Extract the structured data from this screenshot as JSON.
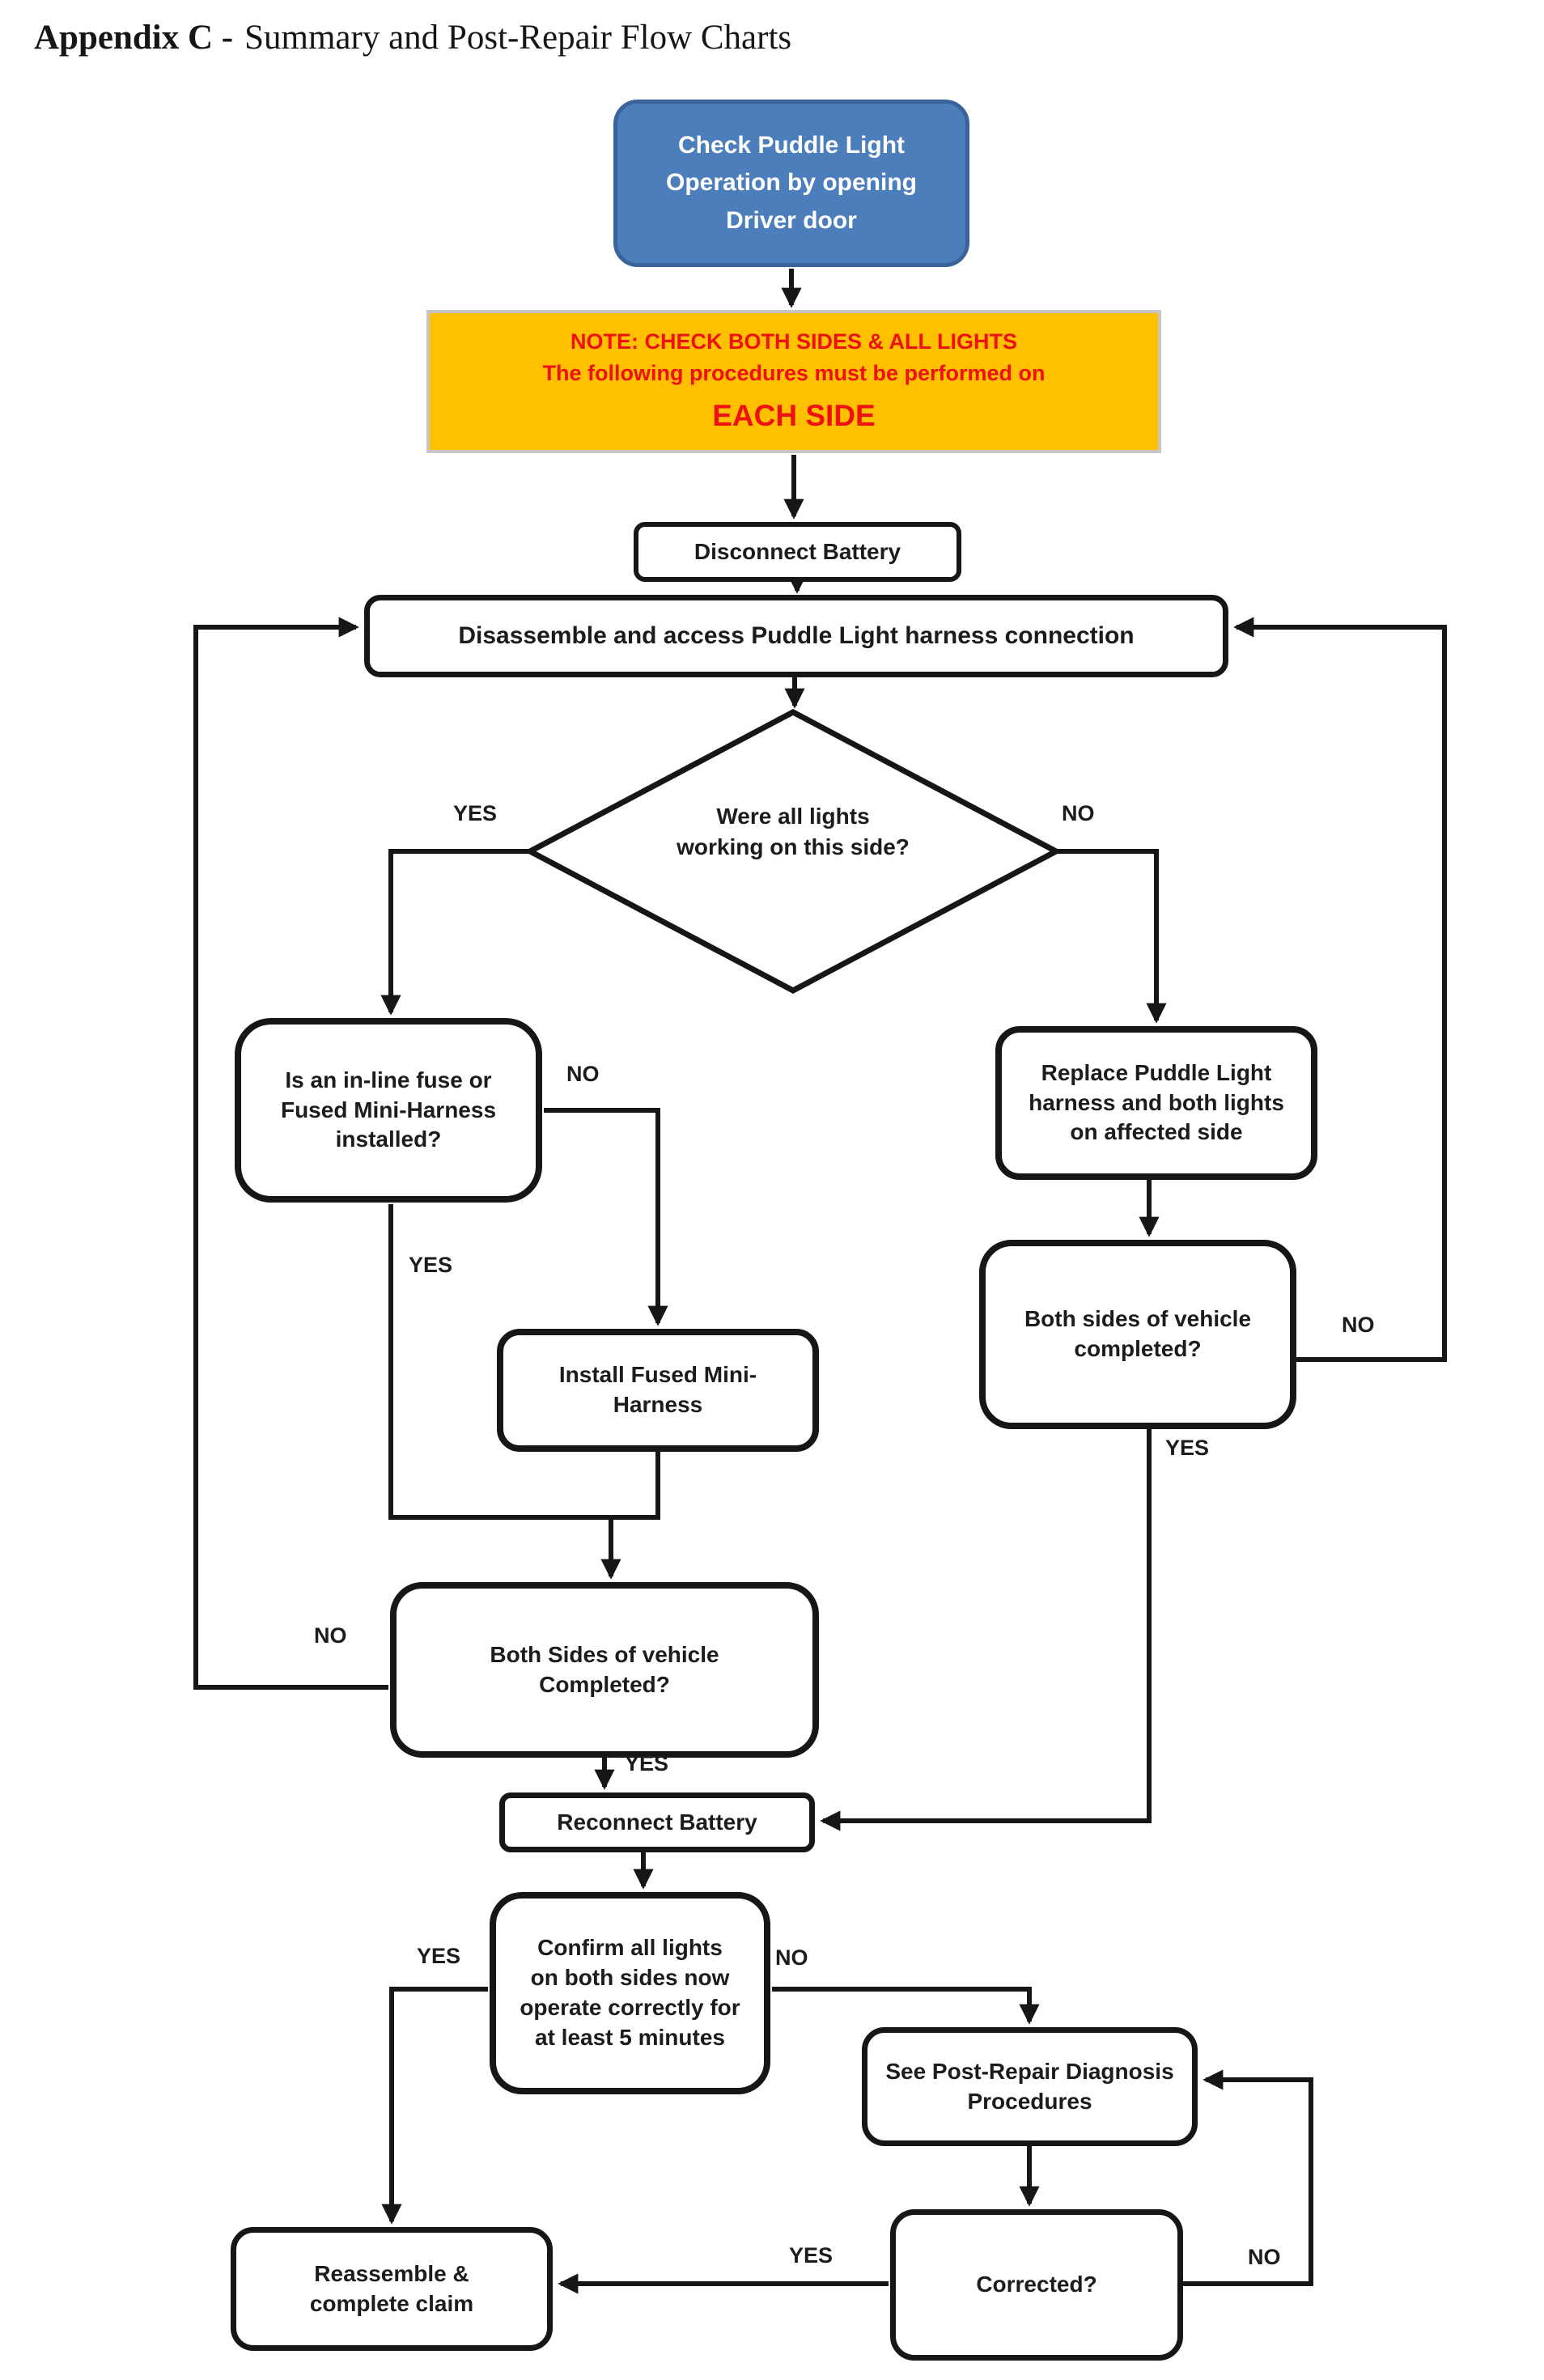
{
  "page": {
    "title_bold": "Appendix C -",
    "title_rest": "Summary and Post-Repair Flow Charts"
  },
  "colors": {
    "start_fill": "#4d7ebc",
    "start_border": "#3a639c",
    "note_fill": "#ffc000",
    "note_border": "#c6c6c6",
    "note_text": "#ee1111",
    "line": "#161616"
  },
  "nodes": {
    "start": {
      "line1": "Check Puddle Light",
      "line2": "Operation by opening",
      "line3": "Driver door"
    },
    "note": {
      "line1": "NOTE: CHECK BOTH SIDES & ALL LIGHTS",
      "line2": "The following procedures must be performed on",
      "line3": "EACH SIDE"
    },
    "disconnect": {
      "label": "Disconnect Battery"
    },
    "disassemble": {
      "label": "Disassemble and access Puddle Light harness connection"
    },
    "decision_lights": {
      "line1": "Were all lights",
      "line2": "working on this",
      "line3": "side?"
    },
    "fuse_question": {
      "line1": "Is an in-line fuse or",
      "line2": "Fused Mini-Harness",
      "line3": "installed?"
    },
    "replace": {
      "line1": "Replace Puddle Light",
      "line2": "harness and both lights",
      "line3": "on affected side"
    },
    "both_sides_right": {
      "line1": "Both sides of vehicle",
      "line2": "completed?"
    },
    "install": {
      "line1": "Install Fused Mini-",
      "line2": "Harness"
    },
    "both_sides_left": {
      "line1": "Both Sides of vehicle",
      "line2": "Completed?"
    },
    "reconnect": {
      "label": "Reconnect Battery"
    },
    "confirm": {
      "line1": "Confirm all lights",
      "line2": "on both sides now",
      "line3": "operate correctly for",
      "line4": "at least 5 minutes"
    },
    "see_post": {
      "line1": "See Post-Repair Diagnosis",
      "line2": "Procedures"
    },
    "corrected": {
      "label": "Corrected?"
    },
    "reassemble": {
      "line1": "Reassemble &",
      "line2": "complete claim"
    }
  },
  "edge_labels": {
    "decision_yes": "YES",
    "decision_no": "NO",
    "fuse_no": "NO",
    "fuse_yes": "YES",
    "both_right_no": "NO",
    "both_right_yes": "YES",
    "both_left_no": "NO",
    "both_left_yes": "YES",
    "confirm_yes": "YES",
    "confirm_no": "NO",
    "corrected_yes": "YES",
    "corrected_no": "NO"
  }
}
